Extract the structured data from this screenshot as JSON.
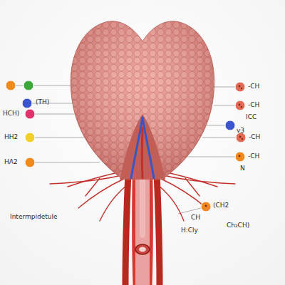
{
  "diagram": {
    "labels": [
      "(TH)",
      "HCH)",
      "HH2",
      "HA2",
      "-CH",
      "-CH",
      "ICC",
      "v3",
      "-CH",
      "-CH",
      "N",
      "Intermpidetule",
      "(CH2",
      "CH",
      "H:Cly",
      "Ch₂CH)"
    ]
  }
}
